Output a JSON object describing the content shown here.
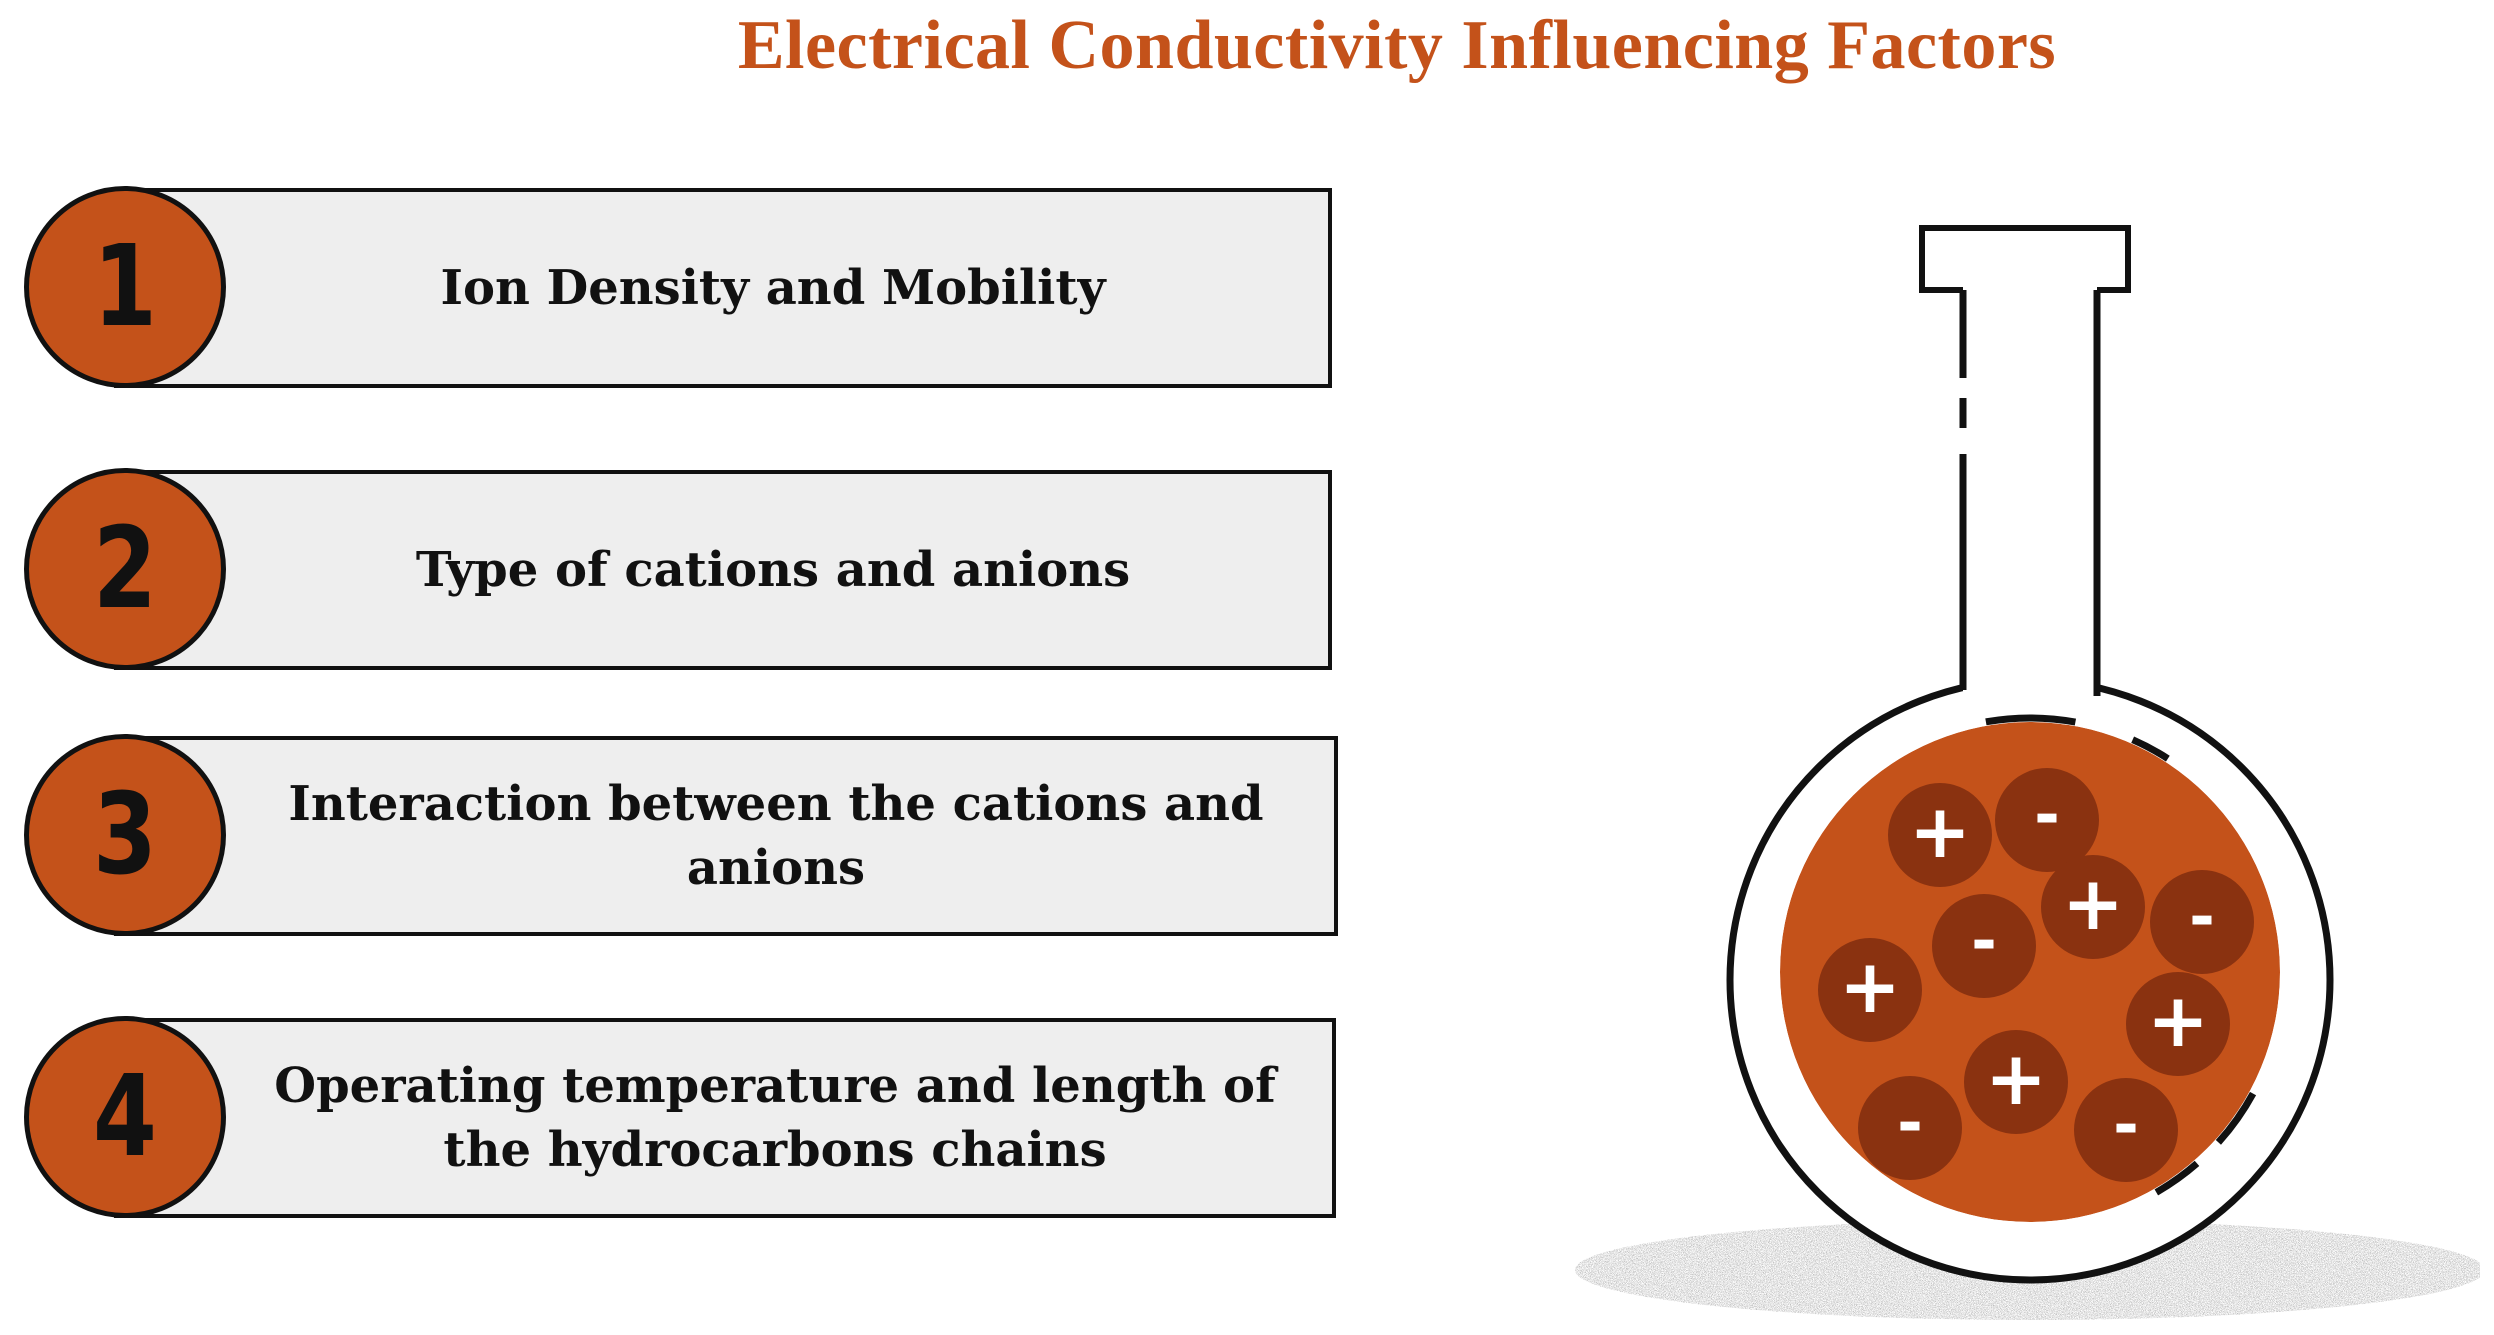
{
  "title": "Electrical Conductivity Influencing Factors",
  "colors": {
    "accent": "#C4521A",
    "liquid": "#C4521A",
    "ion": "#8A3210",
    "box_fill": "#EEEEEE",
    "outline": "#111111"
  },
  "factors": [
    {
      "number": "1",
      "label": "Ion Density and Mobility"
    },
    {
      "number": "2",
      "label": "Type of cations and anions"
    },
    {
      "number": "3",
      "label": "Interaction between the cations and anions"
    },
    {
      "number": "4",
      "label": "Operating temperature and length of the hydrocarbons chains"
    }
  ],
  "flask": {
    "ions": [
      {
        "sign": "+"
      },
      {
        "sign": "-"
      },
      {
        "sign": "-"
      },
      {
        "sign": "+"
      },
      {
        "sign": "-"
      },
      {
        "sign": "+"
      },
      {
        "sign": "+"
      },
      {
        "sign": "+"
      },
      {
        "sign": "-"
      },
      {
        "sign": "-"
      }
    ]
  }
}
